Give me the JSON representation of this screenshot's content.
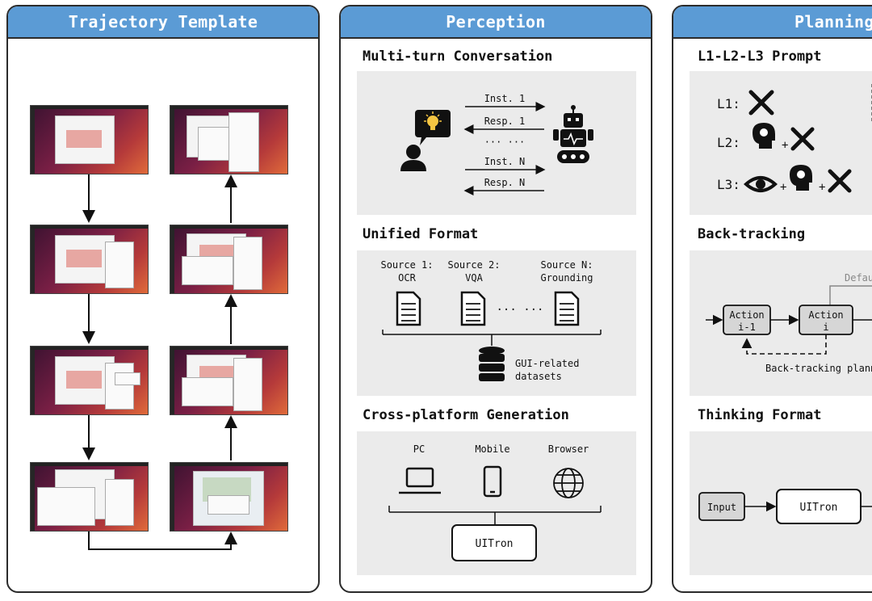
{
  "panels": {
    "trajectory": {
      "title": "Trajectory Template"
    },
    "perception": {
      "title": "Perception",
      "conversation": {
        "title": "Multi-turn Conversation",
        "labels": [
          "Inst. 1",
          "Resp. 1",
          "··· ···",
          "Inst. N",
          "Resp. N"
        ]
      },
      "unified": {
        "title": "Unified Format",
        "source1": [
          "Source 1:",
          "OCR"
        ],
        "source2": [
          "Source 2:",
          "VQA"
        ],
        "sourceN": [
          "Source N:",
          "Grounding"
        ],
        "dots": "··· ···",
        "dataset": [
          "GUI-related",
          "datasets"
        ]
      },
      "cross": {
        "title": "Cross-platform Generation",
        "platforms": [
          "PC",
          "Mobile",
          "Browser"
        ],
        "target": "UITron"
      }
    },
    "planning": {
      "title": "Planning",
      "prompt": {
        "title": "L1-L2-L3 Prompt",
        "levels": [
          "L1:",
          "L2:",
          "L3:"
        ]
      },
      "backtrack": {
        "title": "Back-tracking",
        "default_label": "Default",
        "action_prev": [
          "Action",
          "i-1"
        ],
        "action_cur": [
          "Action",
          "i"
        ],
        "caption": "Back-tracking planning"
      },
      "thinking": {
        "title": "Thinking Format",
        "input": "Input",
        "model": "UITron"
      }
    }
  },
  "colors": {
    "header": "#5b9bd5",
    "box_bg": "#ebebeb",
    "node_fill": "#d6d6d6"
  },
  "icons": [
    "lightbulb-icon",
    "person-icon",
    "robot-icon",
    "document-icon",
    "database-icon",
    "laptop-icon",
    "mobile-phone-icon",
    "globe-icon",
    "wrench-icon",
    "brain-head-icon",
    "eye-icon"
  ]
}
